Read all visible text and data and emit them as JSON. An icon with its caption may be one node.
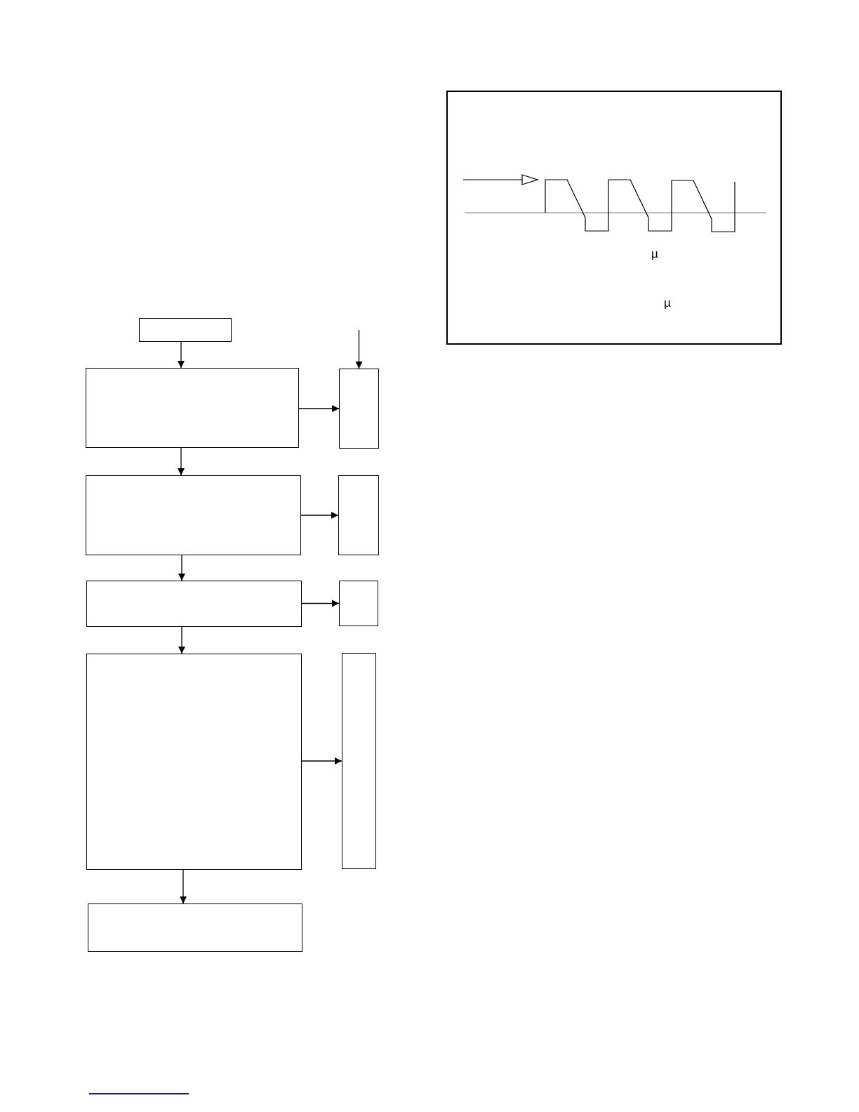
{
  "diagram": {
    "nodes": [
      {
        "text": [],
        "shape": "box"
      },
      {
        "text": [],
        "shape": "box"
      },
      {
        "text": [],
        "shape": "box"
      },
      {
        "text": [],
        "shape": "box"
      },
      {
        "text": [],
        "shape": "box"
      },
      {
        "text": [],
        "shape": "box"
      },
      {
        "text": [],
        "shape": "box"
      },
      {
        "text": [],
        "shape": "box"
      },
      {
        "text": [],
        "shape": "box"
      },
      {
        "text": [],
        "shape": "box"
      },
      {
        "text": [
          "µ",
          "µ"
        ]
      }
    ],
    "edges": [
      {
        "from": 0,
        "to": 1,
        "arrow": "to"
      },
      {
        "from": null,
        "to": 2,
        "arrow": "to"
      },
      {
        "from": 1,
        "to": 2,
        "arrow": "to"
      },
      {
        "from": 1,
        "to": 3,
        "arrow": "to"
      },
      {
        "from": 3,
        "to": 4,
        "arrow": "to"
      },
      {
        "from": 3,
        "to": 5,
        "arrow": "to"
      },
      {
        "from": 5,
        "to": 6,
        "arrow": "to"
      },
      {
        "from": 5,
        "to": 7,
        "arrow": "to"
      },
      {
        "from": 7,
        "to": 8,
        "arrow": "to"
      },
      {
        "from": 7,
        "to": 9,
        "arrow": "to"
      }
    ]
  }
}
